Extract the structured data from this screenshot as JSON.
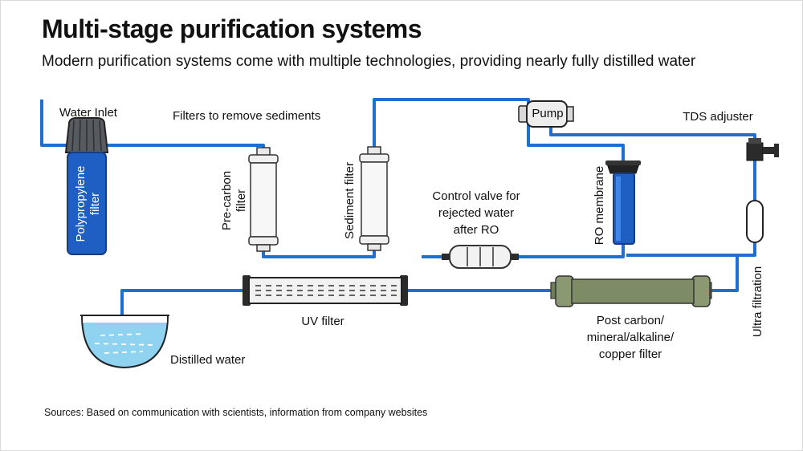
{
  "title": "Multi-stage purification systems",
  "subtitle": "Modern purification systems come with multiple technologies, providing nearly fully distilled water",
  "source": "Sources: Based on communication with scientists, information from company websites",
  "colors": {
    "pipe": "#1f6fd1",
    "membrane": "#1f5fc4",
    "post_filter": "#7d8c66",
    "water": "#8fd3f0"
  },
  "labels": {
    "water_inlet": "Water Inlet",
    "filters_sediment": "Filters to remove sediments",
    "polypropylene": [
      "Polypropylene",
      "filter"
    ],
    "pre_carbon": [
      "Pre-carbon",
      "filter"
    ],
    "sediment_filter": "Sediment filter",
    "pump": "Pump",
    "tds_adjuster": "TDS adjuster",
    "control_valve": [
      "Control valve for",
      "rejected water",
      "after RO"
    ],
    "ro_membrane": "RO membrane",
    "ultra_filtration": "Ultra filtration",
    "uv_filter": "UV filter",
    "post_carbon": [
      "Post carbon/",
      "mineral/alkaline/",
      "copper filter"
    ],
    "distilled_water": "Distilled water"
  }
}
